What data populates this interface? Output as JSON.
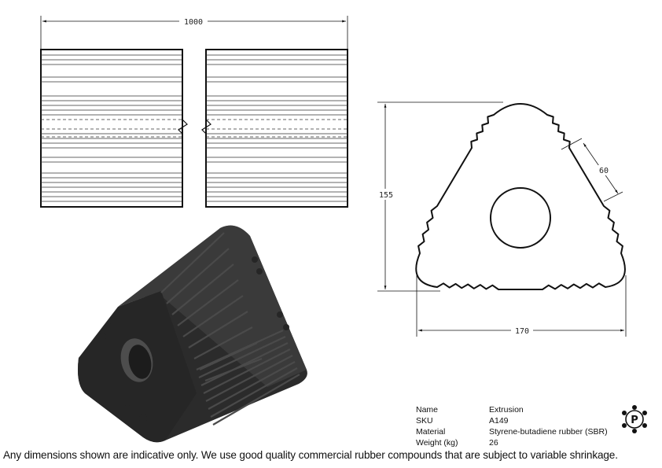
{
  "drawing": {
    "dim_length": "1000",
    "dim_height": "155",
    "dim_width": "170",
    "dim_groove": "60"
  },
  "specs": [
    {
      "label": "Name",
      "value": "Extrusion"
    },
    {
      "label": "SKU",
      "value": "A149"
    },
    {
      "label": "Material",
      "value": "Styrene-butadiene rubber (SBR)"
    },
    {
      "label": "Weight (kg)",
      "value": "26"
    }
  ],
  "logo": {
    "letter": "P",
    "icon": "p-logo-icon"
  },
  "disclaimer": "Any dimensions shown are indicative only. We use good quality commercial rubber compounds that are subject to variable shrinkage.",
  "colors": {
    "rubber": "#2b2b2b",
    "line": "#111111"
  }
}
